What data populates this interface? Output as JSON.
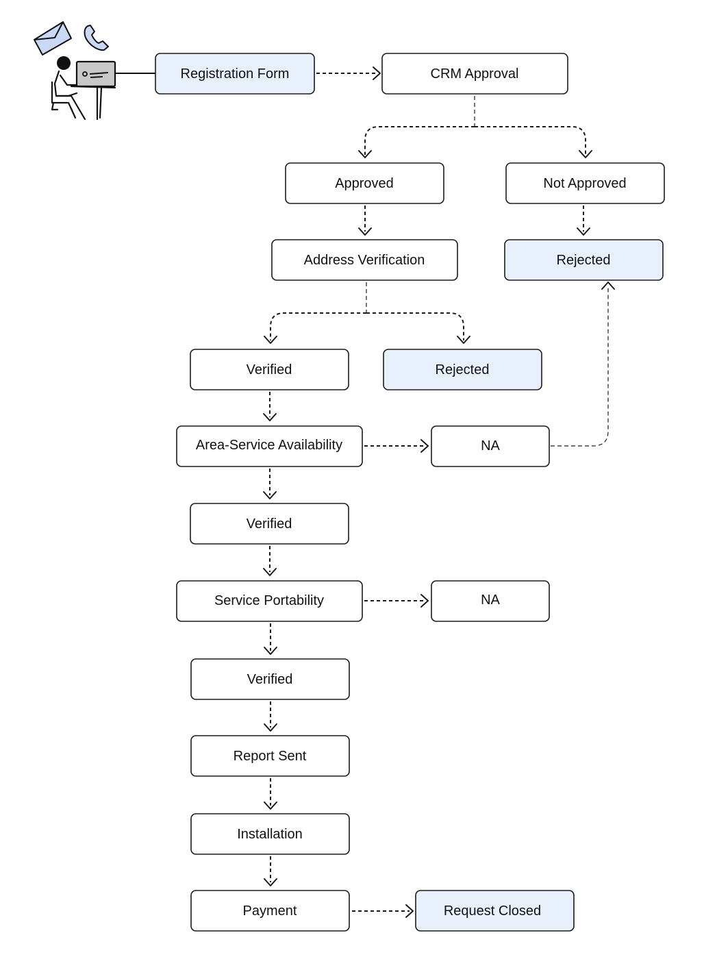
{
  "colors": {
    "highlight": "#e8f0fc",
    "stroke": "#1a1a1a",
    "icon_blue": "#c9d9f5"
  },
  "icons": [
    "envelope-icon",
    "phone-icon",
    "person-at-computer-icon"
  ],
  "nodes": {
    "registration_form": "Registration Form",
    "crm_approval": "CRM Approval",
    "approved": "Approved",
    "not_approved": "Not Approved",
    "address_verification": "Address Verification",
    "rejected_top": "Rejected",
    "verified_1": "Verified",
    "rejected_mid": "Rejected",
    "area_service_availability": "Area-Service Availability",
    "na_1": "NA",
    "verified_2": "Verified",
    "service_portability": "Service Portability",
    "na_2": "NA",
    "verified_3": "Verified",
    "report_sent": "Report Sent",
    "installation": "Installation",
    "payment": "Payment",
    "request_closed": "Request Closed"
  }
}
